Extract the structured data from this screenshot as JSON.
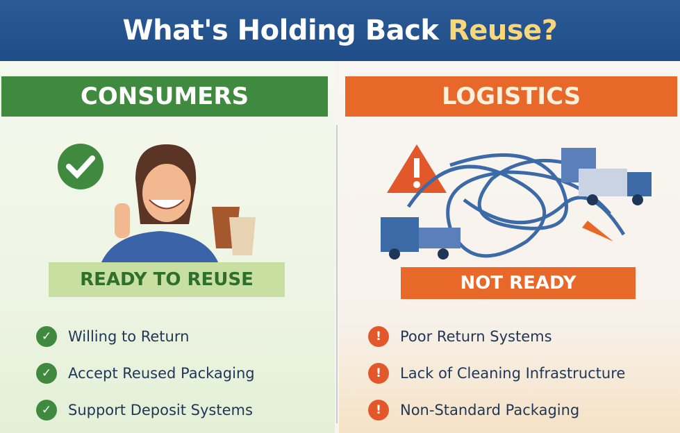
{
  "header": {
    "title_main": "What's Holding Back ",
    "title_highlight": "Reuse?"
  },
  "left": {
    "banner": "CONSUMERS",
    "status": "READY TO REUSE",
    "items": [
      {
        "label": "Willing to Return",
        "icon": "check-icon"
      },
      {
        "label": "Accept Reused Packaging",
        "icon": "check-icon"
      },
      {
        "label": "Support Deposit Systems",
        "icon": "check-icon"
      }
    ]
  },
  "right": {
    "banner": "LOGISTICS",
    "status": "NOT READY",
    "items": [
      {
        "label": "Poor Return Systems",
        "icon": "warning-icon"
      },
      {
        "label": "Lack of Cleaning Infrastructure",
        "icon": "warning-icon"
      },
      {
        "label": "Non-Standard Packaging",
        "icon": "warning-icon"
      }
    ]
  },
  "colors": {
    "header": "#1f4d88",
    "highlight": "#f7d77a",
    "green": "#3f8a3e",
    "orange": "#e8682a",
    "text": "#1f3656"
  }
}
